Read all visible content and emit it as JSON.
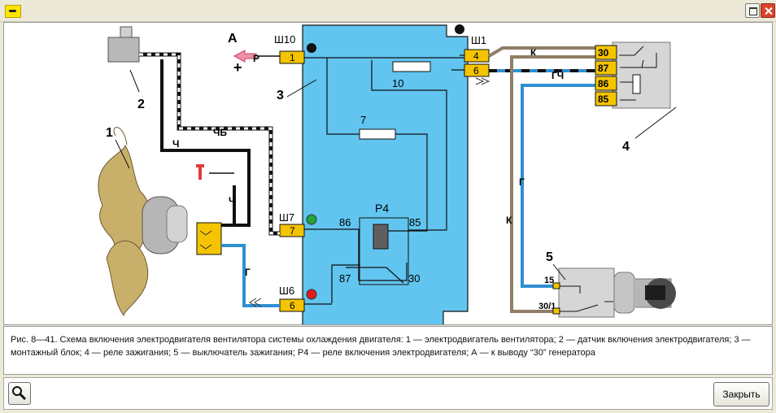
{
  "window": {
    "title": ""
  },
  "diagram": {
    "labels": {
      "A": "А",
      "plus": "+",
      "P": "Р",
      "sh10": "Ш10",
      "sh1": "Ш1",
      "sh7": "Ш7",
      "sh6": "Ш6",
      "pin1": "1",
      "pin4": "4",
      "pin6a": "6",
      "pin7": "7",
      "pin6b": "6",
      "relay_pins": [
        "30",
        "87",
        "86",
        "85"
      ],
      "ignition_pins": [
        "15",
        "30/1"
      ],
      "fuse10": "10",
      "fuse7": "7",
      "r4": "Р4",
      "r4_86": "86",
      "r4_85": "85",
      "r4_87": "87",
      "r4_30": "30",
      "n1": "1",
      "n2": "2",
      "n3": "3",
      "n4": "4",
      "n5": "5",
      "wire_ch1": "Ч",
      "wire_chb": "ЧБ",
      "wire_ch2": "Ч",
      "wire_g1": "Г",
      "wire_k1": "К",
      "wire_gch": "ГЧ",
      "wire_g2": "Г",
      "wire_k2": "К"
    },
    "colors": {
      "block": "#61c5ef",
      "pin": "#f4c400",
      "wire_blue": "#2e8fd2",
      "wire_brown": "#8f7e66",
      "fan": "#c9b06a"
    }
  },
  "caption": "Рис. 8—41. Схема включения электродвигателя вентилятора системы охлаждения двигателя: 1 — электродвигатель вентилятора; 2 — датчик включения электродвигателя; 3 — монтажный блок; 4 — реле зажигания; 5 — выключатель зажигания; Р4 — реле включения электродвигателя; А — к выводу “30” генератора",
  "footer": {
    "close_label": "Закрыть",
    "search_icon": "magnifier-icon"
  },
  "titlebar": {
    "maximize_icon": "maximize-icon",
    "close_icon": "close-icon",
    "app_icon": "app-icon"
  }
}
